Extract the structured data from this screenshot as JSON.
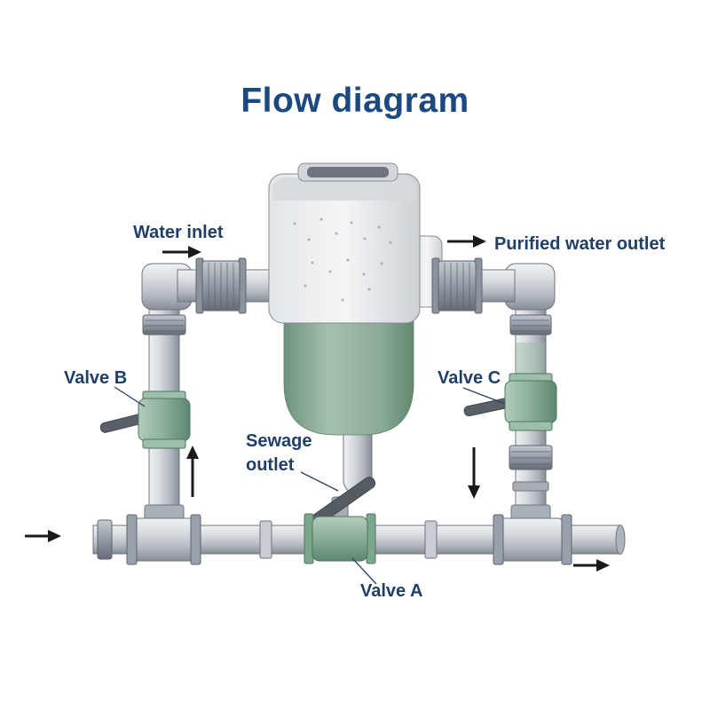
{
  "title": "Flow diagram",
  "labels": {
    "water_inlet": "Water inlet",
    "purified_water_outlet": "Purified water outlet",
    "valve_b": "Valve B",
    "valve_c": "Valve C",
    "valve_a": "Valve A",
    "sewage_line1": "Sewage",
    "sewage_line2": "outlet"
  },
  "colors": {
    "title": "#1b4a80",
    "label": "#1f3f68",
    "arrow": "#1a1a1a",
    "pipe_gray": "#b3b8bf",
    "valve_green": "#8aae97",
    "tank_green": "#8fb09c"
  }
}
